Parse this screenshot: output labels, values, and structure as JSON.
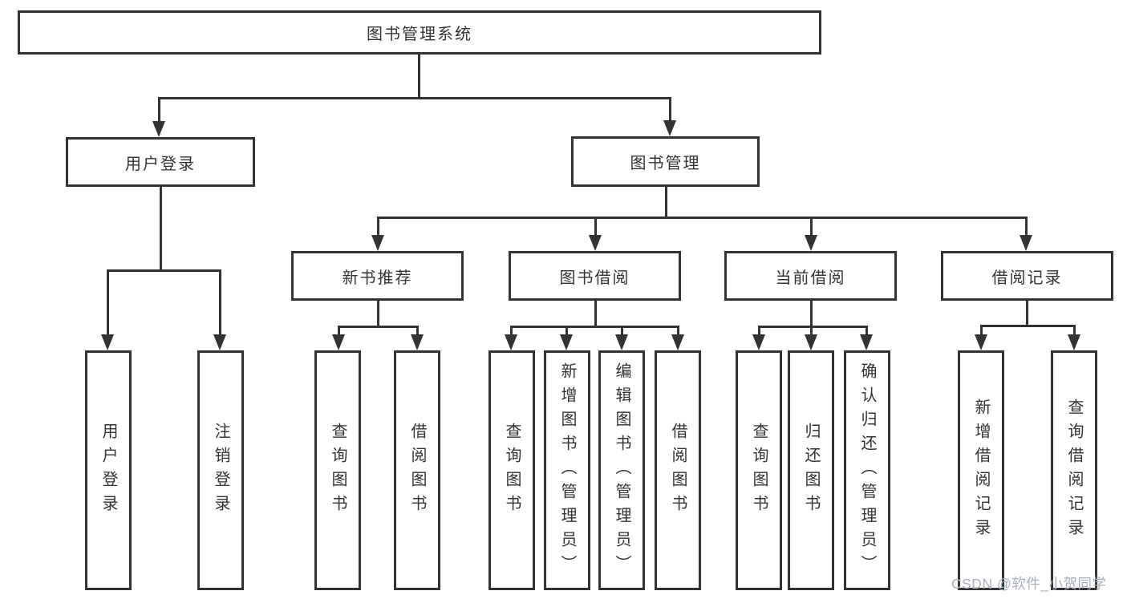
{
  "colors": {
    "ink": "#333333",
    "background": "#ffffff",
    "watermark_gray": "#aab0ba"
  },
  "tree": {
    "root": {
      "label": "图书管理系统"
    },
    "branches": [
      {
        "label": "用户登录",
        "children": [
          {
            "label": "用户登录"
          },
          {
            "label": "注销登录"
          }
        ]
      },
      {
        "label": "图书管理",
        "children": [
          {
            "label": "新书推荐",
            "children": [
              {
                "label": "查询图书"
              },
              {
                "label": "借阅图书"
              }
            ]
          },
          {
            "label": "图书借阅",
            "children": [
              {
                "label": "查询图书"
              },
              {
                "label": "新增图书（管理员）"
              },
              {
                "label": "编辑图书（管理员）"
              },
              {
                "label": "借阅图书"
              }
            ]
          },
          {
            "label": "当前借阅",
            "children": [
              {
                "label": "查询图书"
              },
              {
                "label": "归还图书"
              },
              {
                "label": "确认归还（管理员）"
              }
            ]
          },
          {
            "label": "借阅记录",
            "children": [
              {
                "label": "新增借阅记录"
              },
              {
                "label": "查询借阅记录"
              }
            ]
          }
        ]
      }
    ]
  },
  "watermark": {
    "text": "CSDN @软件_小贺同学"
  }
}
